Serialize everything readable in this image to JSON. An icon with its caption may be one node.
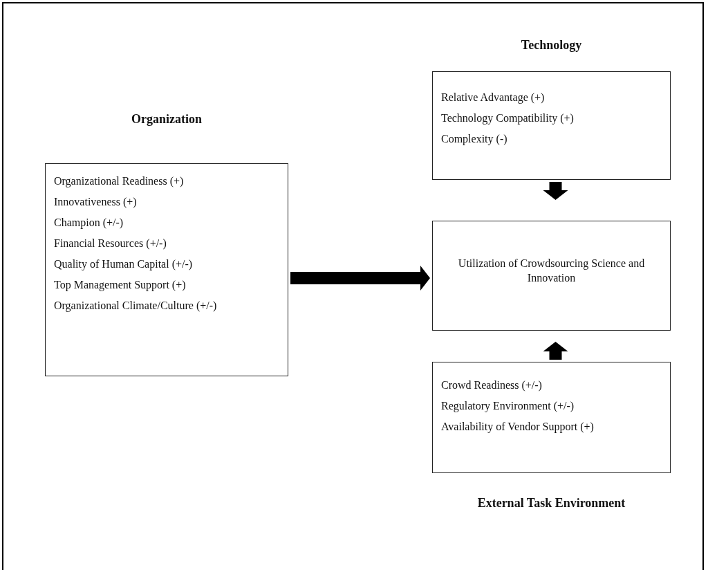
{
  "diagram": {
    "nodes": [
      {
        "text": [
          "Organization",
          "Organizational Readiness (+)",
          "Innovativeness (+)",
          "Champion (+/-)",
          "Financial Resources (+/-)",
          "Quality of Human Capital (+/-)",
          "Top Management Support (+)",
          "Organizational Climate/Culture (+/-)"
        ]
      },
      {
        "text": [
          "Technology",
          "Relative Advantage (+)",
          "Technology Compatibility (+)",
          "Complexity (-)"
        ]
      },
      {
        "text": [
          "Utilization of Crowdsourcing Science and Innovation"
        ]
      },
      {
        "text": [
          "External Task Environment",
          "Crowd Readiness (+/-)",
          "Regulatory Environment (+/-)",
          "Availability of Vendor Support (+)"
        ]
      }
    ],
    "edges": [
      {
        "from": 0,
        "to": 2,
        "arrow": "to"
      },
      {
        "from": 1,
        "to": 2,
        "arrow": "to"
      },
      {
        "from": 3,
        "to": 2,
        "arrow": "to"
      }
    ]
  }
}
